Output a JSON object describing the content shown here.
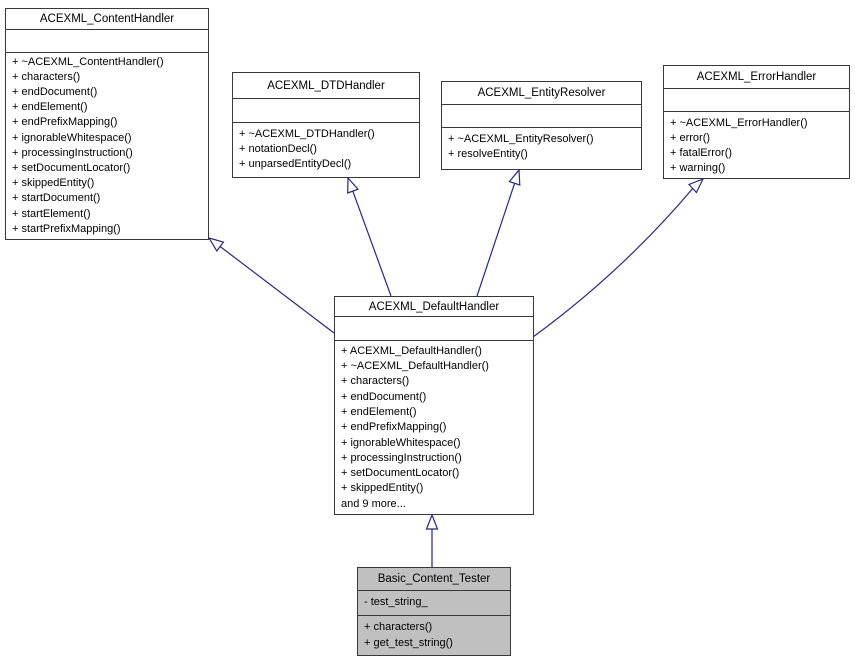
{
  "diagram_type": "uml-class-inheritance-diagram",
  "colors": {
    "edge": "#26268b",
    "node_fill": "#ffffff",
    "highlight_node_fill": "#c0c0c0",
    "node_border": "#383838"
  },
  "classes": {
    "content_handler": {
      "title": "ACEXML_ContentHandler",
      "attributes": [],
      "methods": [
        "+ ~ACEXML_ContentHandler()",
        "+ characters()",
        "+ endDocument()",
        "+ endElement()",
        "+ endPrefixMapping()",
        "+ ignorableWhitespace()",
        "+ processingInstruction()",
        "+ setDocumentLocator()",
        "+ skippedEntity()",
        "+ startDocument()",
        "+ startElement()",
        "+ startPrefixMapping()"
      ]
    },
    "dtd_handler": {
      "title": "ACEXML_DTDHandler",
      "attributes": [],
      "methods": [
        "+ ~ACEXML_DTDHandler()",
        "+ notationDecl()",
        "+ unparsedEntityDecl()"
      ]
    },
    "entity_resolver": {
      "title": "ACEXML_EntityResolver",
      "attributes": [],
      "methods": [
        "+ ~ACEXML_EntityResolver()",
        "+ resolveEntity()"
      ]
    },
    "error_handler": {
      "title": "ACEXML_ErrorHandler",
      "attributes": [],
      "methods": [
        "+ ~ACEXML_ErrorHandler()",
        "+ error()",
        "+ fatalError()",
        "+ warning()"
      ]
    },
    "default_handler": {
      "title": "ACEXML_DefaultHandler",
      "attributes": [],
      "methods": [
        "+ ACEXML_DefaultHandler()",
        "+ ~ACEXML_DefaultHandler()",
        "+ characters()",
        "+ endDocument()",
        "+ endElement()",
        "+ endPrefixMapping()",
        "+ ignorableWhitespace()",
        "+ processingInstruction()",
        "+ setDocumentLocator()",
        "+ skippedEntity()",
        "and 9 more..."
      ]
    },
    "basic_content_tester": {
      "title": "Basic_Content_Tester",
      "attributes": [
        "- test_string_"
      ],
      "methods": [
        "+ characters()",
        "+ get_test_string()"
      ]
    }
  },
  "edges": [
    {
      "from": "ACEXML_DefaultHandler",
      "to": "ACEXML_ContentHandler",
      "type": "inheritance"
    },
    {
      "from": "ACEXML_DefaultHandler",
      "to": "ACEXML_DTDHandler",
      "type": "inheritance"
    },
    {
      "from": "ACEXML_DefaultHandler",
      "to": "ACEXML_EntityResolver",
      "type": "inheritance"
    },
    {
      "from": "ACEXML_DefaultHandler",
      "to": "ACEXML_ErrorHandler",
      "type": "inheritance"
    },
    {
      "from": "Basic_Content_Tester",
      "to": "ACEXML_DefaultHandler",
      "type": "inheritance"
    }
  ]
}
